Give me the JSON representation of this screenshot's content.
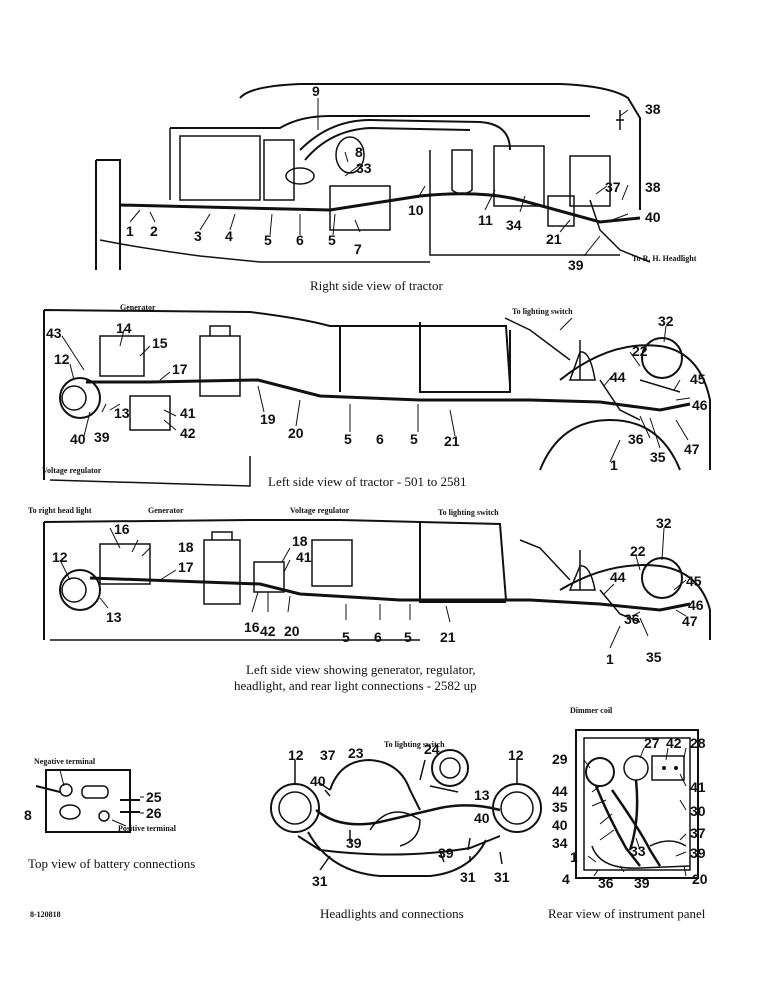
{
  "panels": {
    "right_side": {
      "caption": "Right side view of tractor",
      "labels": [
        "1",
        "2",
        "3",
        "4",
        "5",
        "6",
        "5",
        "7",
        "8",
        "9",
        "33",
        "10",
        "11",
        "34",
        "21",
        "37",
        "38",
        "38",
        "39",
        "40"
      ],
      "note": "To R. H. Headlight"
    },
    "left_side_early": {
      "caption": "Left side view of tractor - 501 to 2581",
      "labels": [
        "43",
        "14",
        "15",
        "12",
        "13",
        "39",
        "40",
        "41",
        "42",
        "17",
        "19",
        "20",
        "5",
        "6",
        "5",
        "21",
        "32",
        "22",
        "44",
        "45",
        "46",
        "36",
        "35",
        "47",
        "1"
      ],
      "notes": {
        "generator": "Generator",
        "lighting_switch": "To lighting switch",
        "voltage_regulator": "Voltage regulator"
      }
    },
    "left_side_late": {
      "caption_line1": "Left side view showing generator, regulator,",
      "caption_line2": "headlight, and rear light connections - 2582 up",
      "labels": [
        "16",
        "18",
        "17",
        "12",
        "13",
        "16",
        "42",
        "20",
        "18",
        "41",
        "5",
        "6",
        "5",
        "21",
        "32",
        "22",
        "44",
        "45",
        "46",
        "36",
        "35",
        "47",
        "1"
      ],
      "notes": {
        "right_head_light": "To right head light",
        "generator": "Generator",
        "voltage_regulator": "Voltage regulator",
        "lighting_switch": "To lighting switch"
      }
    },
    "battery": {
      "caption": "Top view of battery connections",
      "labels": [
        "8",
        "25",
        "26"
      ],
      "notes": {
        "negative": "Negative terminal",
        "positive": "Positive terminal"
      }
    },
    "headlights": {
      "caption": "Headlights and connections",
      "labels": [
        "12",
        "37",
        "23",
        "24",
        "12",
        "40",
        "13",
        "39",
        "40",
        "39",
        "31",
        "31",
        "31"
      ],
      "note": "To lighting switch"
    },
    "instrument_panel": {
      "caption": "Rear view of instrument panel",
      "labels": [
        "29",
        "27",
        "42",
        "28",
        "44",
        "41",
        "35",
        "30",
        "40",
        "37",
        "34",
        "33",
        "39",
        "1",
        "4",
        "36",
        "39",
        "20"
      ],
      "note": "Dimmer coil"
    }
  },
  "figure_id": "8-120818"
}
